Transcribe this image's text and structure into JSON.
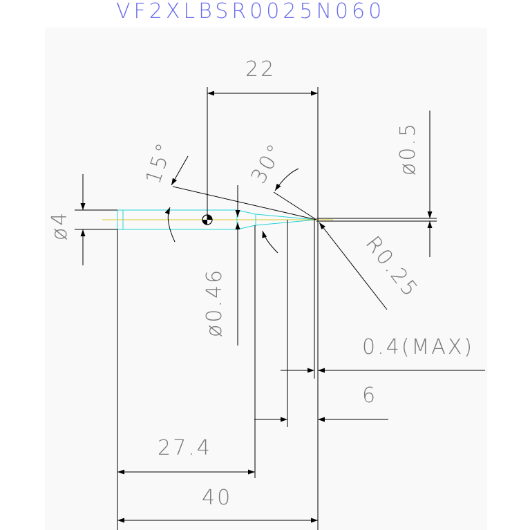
{
  "part_number": "VF2XLBSR0025N060",
  "colors": {
    "background": "#ffffff",
    "sheet": "#f9f9f9",
    "dimension_text": "#7a7a7a",
    "title_text": "#6a6ee8",
    "tool_outline": "#22d3d8",
    "center_line": "#d9c72a"
  },
  "dimensions": {
    "length_22": "22",
    "shank_diameter": "ø4",
    "neck_diameter": "ø0.46",
    "tip_diameter": "ø0.5",
    "angle_15": "15°",
    "angle_30": "30°",
    "radius": "R0.25",
    "flute_max": "0.4(MAX)",
    "length_6": "6",
    "length_27_4": "27.4",
    "overall_length": "40"
  }
}
